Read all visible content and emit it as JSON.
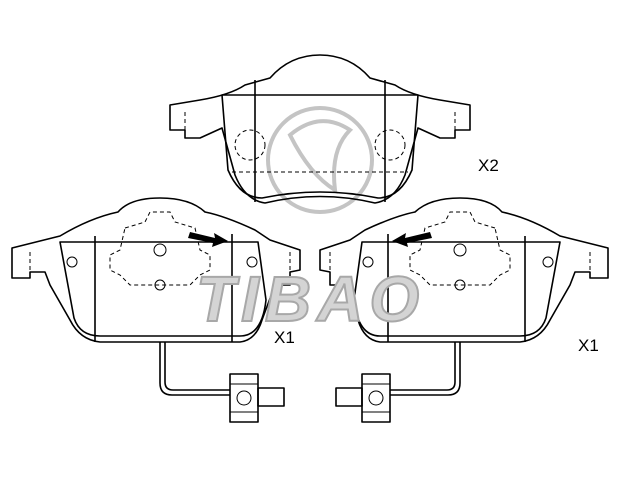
{
  "labels": {
    "top_pad": "X2",
    "left_pad": "X1",
    "right_pad": "X1"
  },
  "watermark": {
    "text": "TIBAO",
    "color": "#b8b8b8"
  },
  "colors": {
    "line": "#000000",
    "arrow": "#000000",
    "background": "#ffffff"
  }
}
